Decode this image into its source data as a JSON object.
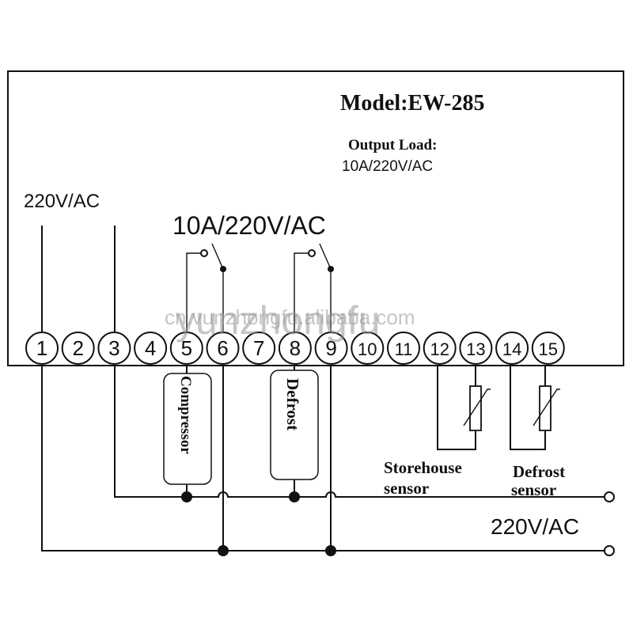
{
  "model": "Model:EW-285",
  "output_load": {
    "line1": "Output Load:",
    "line2": "10A/220V/AC"
  },
  "supply_label_top": "220V/AC",
  "relay_rating": "10A/220V/AC",
  "terminals": [
    "1",
    "2",
    "3",
    "4",
    "5",
    "6",
    "7",
    "8",
    "9",
    "10",
    "11",
    "12",
    "13",
    "14",
    "15"
  ],
  "loads": {
    "compressor": "Compressor",
    "defrost": "Defrost"
  },
  "sensors": {
    "storehouse": {
      "line1": "Storehouse",
      "line2": "sensor"
    },
    "defrost": {
      "line1": "Defrost",
      "line2": "sensor"
    }
  },
  "supply_label_bottom": "220V/AC",
  "watermark": {
    "large": "yunzhongfu",
    "small": "cn.vunzhongfu.alibaba.com"
  }
}
